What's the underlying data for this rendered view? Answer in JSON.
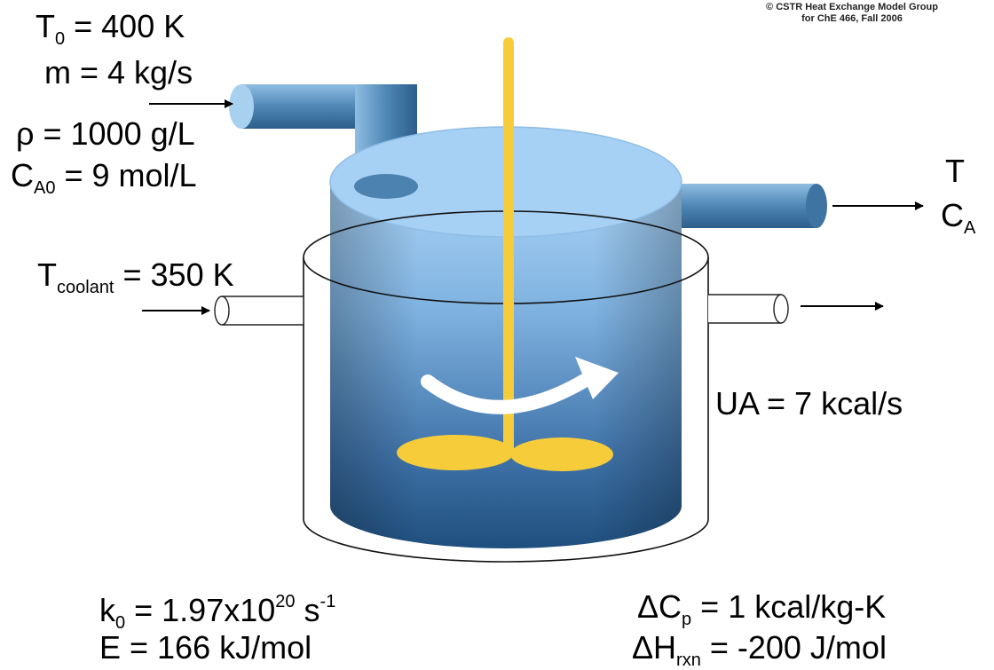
{
  "copyright": {
    "line1": "© CSTR Heat Exchange Model Group",
    "line2": "for ChE 466, Fall 2006"
  },
  "inlet": {
    "t0": {
      "symbol": "T",
      "sub": "0",
      "rest": " = 400 K"
    },
    "flow": "m = 4 kg/s",
    "density": "ρ = 1000 g/L",
    "ca0": {
      "symbol": "C",
      "sub": "A0",
      "rest": " = 9 mol/L"
    }
  },
  "outlet": {
    "t": "T",
    "ca": {
      "symbol": "C",
      "sub": "A"
    }
  },
  "coolant": {
    "symbol": "T",
    "sub": "coolant",
    "rest": " = 350 K"
  },
  "ua": "UA = 7 kcal/s",
  "kinetics": {
    "k0": {
      "symbol": "k",
      "sub": "0",
      "mid": " = 1.97x10",
      "sup1": "20",
      "unit": " s",
      "sup2": "-1"
    },
    "e": "E = 166 kJ/mol"
  },
  "thermo": {
    "dcp": {
      "symbol": "ΔC",
      "sub": "p",
      "rest": " = 1 kcal/kg-K"
    },
    "dhrxn": {
      "symbol": "ΔH",
      "sub": "rxn",
      "rest": " = -200 J/mol"
    }
  },
  "colors": {
    "tank_top": "#a9d2f5",
    "tank_bottom": "#1f4f7e",
    "pipe": "#4f87b5",
    "stirrer": "#f6cc3a"
  }
}
